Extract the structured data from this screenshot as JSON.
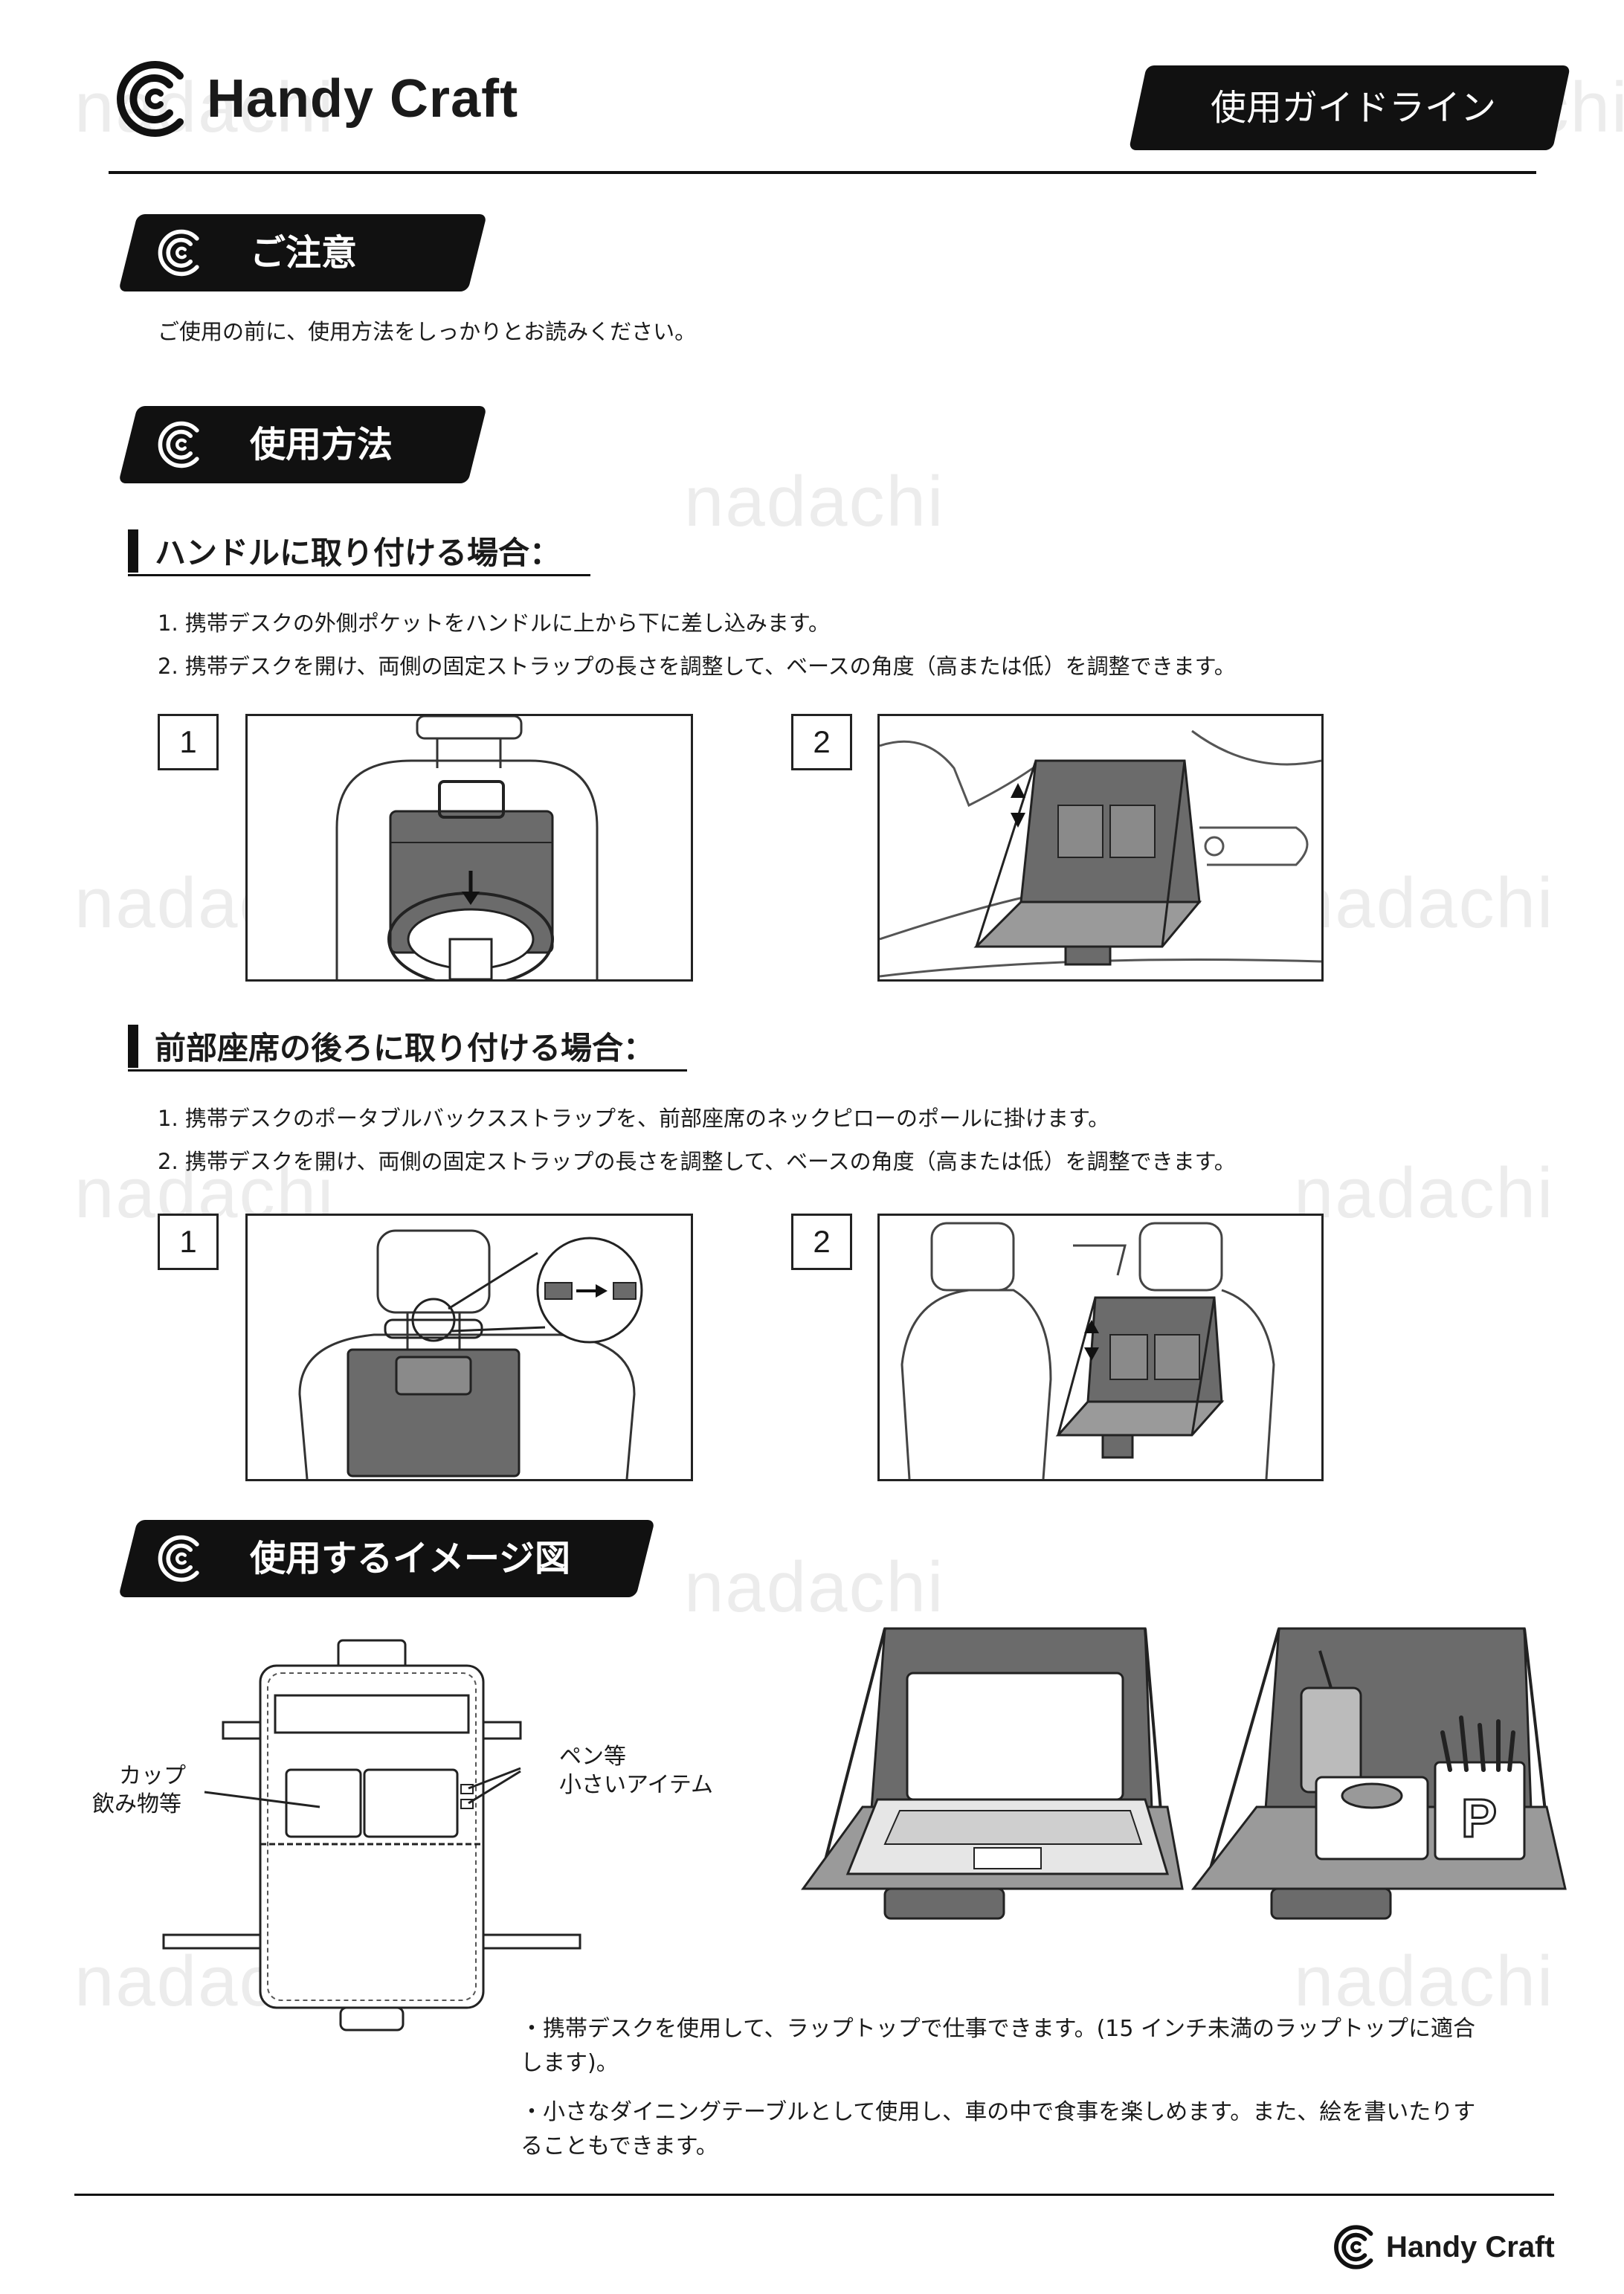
{
  "header": {
    "brand_name": "Handy Craft",
    "doc_tag": "使用ガイドライン"
  },
  "watermark": "nadachi",
  "sections": {
    "caution": {
      "title": "ご注意",
      "text": "ご使用の前に、使用方法をしっかりとお読みください。"
    },
    "usage": {
      "title": "使用方法",
      "steering": {
        "heading": "ハンドルに取り付ける場合：",
        "steps": [
          "1. 携帯デスクの外側ポケットをハンドルに上から下に差し込みます。",
          "2. 携帯デスクを開け、両側の固定ストラップの長さを調整して、ベースの角度（高または低）を調整できます。"
        ],
        "figures": [
          "1",
          "2"
        ]
      },
      "seat": {
        "heading": "前部座席の後ろに取り付ける場合：",
        "steps": [
          "1. 携帯デスクのポータブルバックスストラップを、前部座席のネックピローのポールに掛けます。",
          "2. 携帯デスクを開け、両側の固定ストラップの長さを調整して、ベースの角度（高または低）を調整できます。"
        ],
        "figures": [
          "1",
          "2"
        ]
      }
    },
    "image": {
      "title": "使用するイメージ図",
      "callout_left": [
        "カップ",
        "飲み物等"
      ],
      "callout_right": [
        "ペン等",
        "小さいアイテム"
      ],
      "notes": [
        "・携帯デスクを使用して、ラップトップで仕事できます。(15 インチ未満のラップトップに適合",
        "します)。",
        "・小さなダイニングテーブルとして使用し、車の中で食事を楽しめます。また、絵を書いたりす",
        "ることもできます。"
      ]
    }
  },
  "footer": {
    "brand_name": "Handy Craft"
  },
  "colors": {
    "ink": "#111111",
    "fill_dark": "#6b6b6b",
    "fill_mid": "#9a9a9a",
    "watermark": "#ececec"
  }
}
